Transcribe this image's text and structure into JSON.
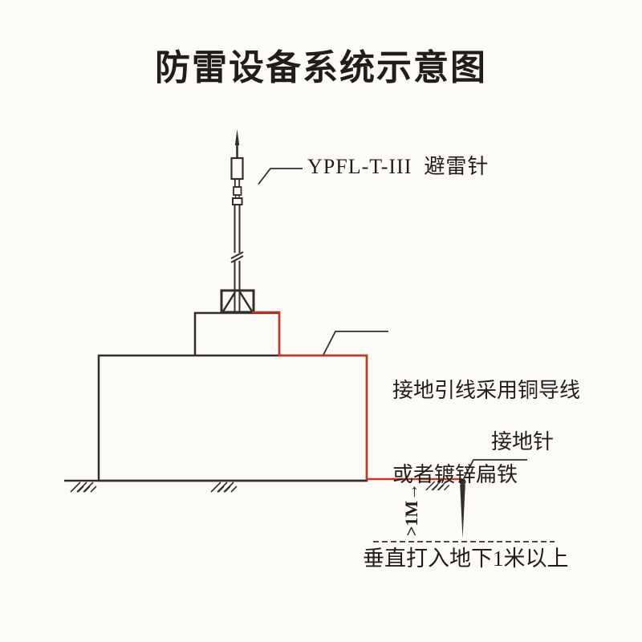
{
  "title": "防雷设备系统示意图",
  "labels": {
    "lightning_rod": "YPFL-T-III  避雷针",
    "ground_lead_line1": "接地引线采用铜导线",
    "ground_lead_line2": "或者镀锌扁铁",
    "ground_pin": "接地针",
    "depth_note": ">1M→",
    "bottom_note": "垂直打入地下1米以上"
  },
  "colors": {
    "background": "#fdfbf8",
    "line_black": "#332f2b",
    "wire_red": "#c23b27",
    "text": "#211d1a"
  }
}
